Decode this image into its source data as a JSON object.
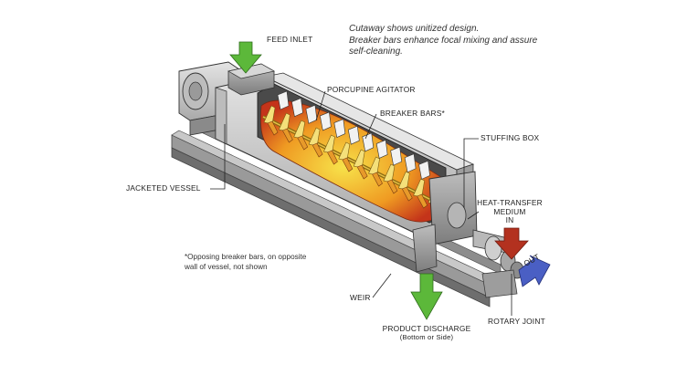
{
  "caption": {
    "line1": "Cutaway shows unitized design.",
    "line2": "Breaker bars enhance focal mixing and assure",
    "line3": "self-cleaning."
  },
  "labels": {
    "feed_inlet": "FEED INLET",
    "porcupine_agitator": "PORCUPINE AGITATOR",
    "breaker_bars": "BREAKER BARS*",
    "stuffing_box": "STUFFING BOX",
    "jacketed_vessel": "JACKETED VESSEL",
    "heat_transfer_line1": "HEAT-TRANSFER",
    "heat_transfer_line2": "MEDIUM",
    "heat_transfer_line3": "IN",
    "out": "OUT",
    "weir": "WEIR",
    "product_discharge": "PRODUCT DISCHARGE",
    "product_discharge_sub": "(Bottom or Side)",
    "rotary_joint": "ROTARY JOINT"
  },
  "footnote": {
    "line1": "*Opposing breaker bars, on opposite",
    "line2": "wall of vessel, not shown"
  },
  "colors": {
    "feed_arrow": "#5cb83a",
    "discharge_arrow": "#5cb83a",
    "heat_in_arrow": "#b3311f",
    "out_arrow": "#4a5fc4",
    "vessel_gray": "#c9c9c9",
    "product_hot": "#e0401a",
    "product_warm": "#f2c21e"
  }
}
